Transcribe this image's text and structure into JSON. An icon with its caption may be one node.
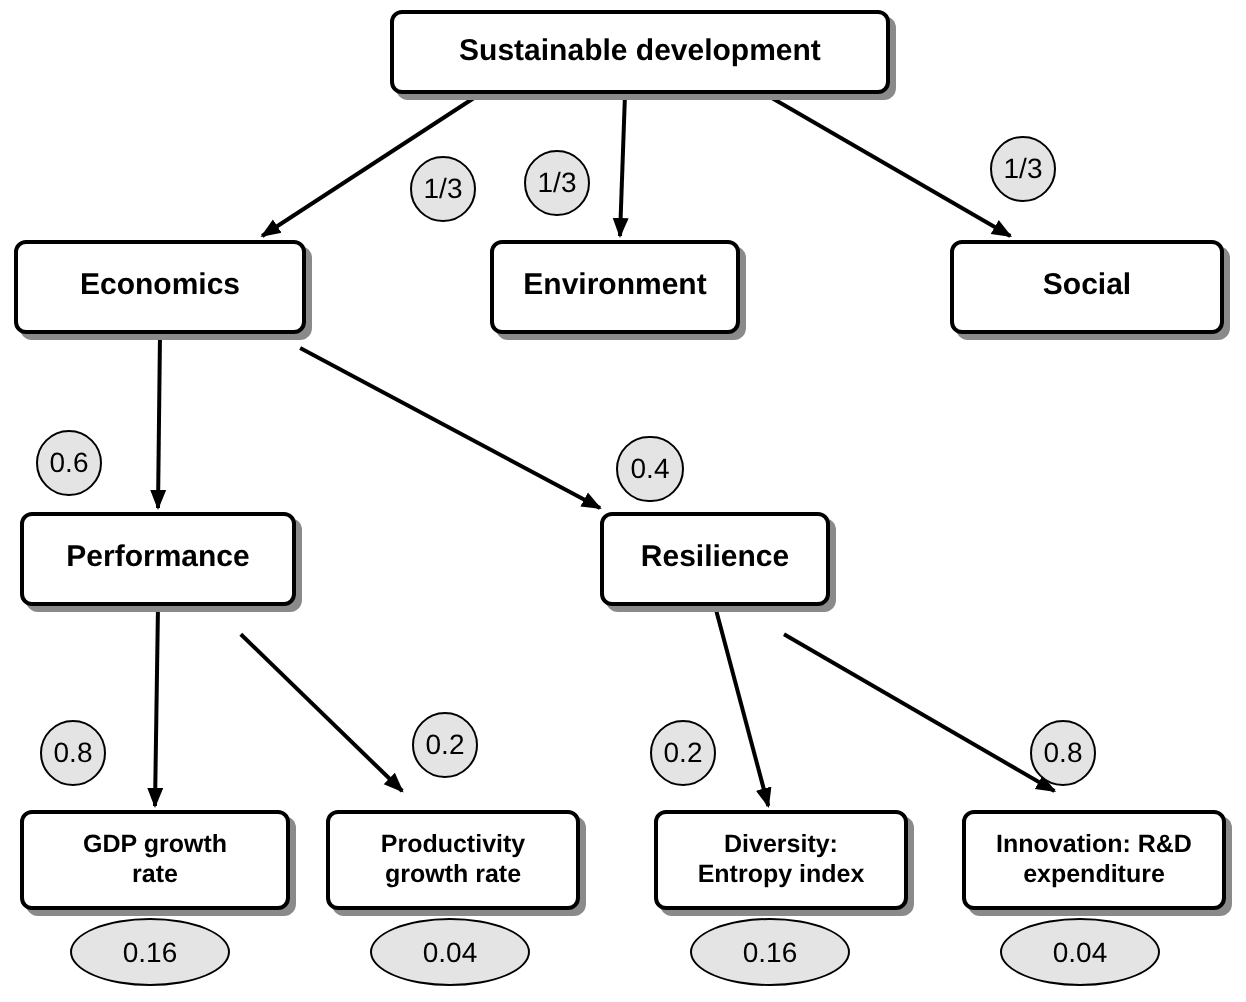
{
  "diagram": {
    "nodes": [
      {
        "text": [
          "Sustainable development"
        ]
      },
      {
        "text": [
          "Economics"
        ]
      },
      {
        "text": [
          "Environment"
        ]
      },
      {
        "text": [
          "Social"
        ]
      },
      {
        "text": [
          "Performance"
        ]
      },
      {
        "text": [
          "Resilience"
        ]
      },
      {
        "text": [
          "GDP growth rate"
        ]
      },
      {
        "text": [
          "Productivity growth rate"
        ]
      },
      {
        "text": [
          "Diversity: Entropy index"
        ]
      },
      {
        "text": [
          "Innovation: R&D expenditure"
        ]
      },
      {
        "text": [
          "1/3"
        ]
      },
      {
        "text": [
          "1/3"
        ]
      },
      {
        "text": [
          "1/3"
        ]
      },
      {
        "text": [
          "0.6"
        ]
      },
      {
        "text": [
          "0.4"
        ]
      },
      {
        "text": [
          "0.8"
        ]
      },
      {
        "text": [
          "0.2"
        ]
      },
      {
        "text": [
          "0.2"
        ]
      },
      {
        "text": [
          "0.8"
        ]
      },
      {
        "text": [
          "0.16"
        ]
      },
      {
        "text": [
          "0.04"
        ]
      },
      {
        "text": [
          "0.16"
        ]
      },
      {
        "text": [
          "0.04"
        ]
      }
    ],
    "edges": [
      {
        "from": 0,
        "to": 1,
        "arrow": "to"
      },
      {
        "from": 0,
        "to": 2,
        "arrow": "to"
      },
      {
        "from": 0,
        "to": 3,
        "arrow": "to"
      },
      {
        "from": 1,
        "to": 4,
        "arrow": "to"
      },
      {
        "from": 1,
        "to": 5,
        "arrow": "to"
      },
      {
        "from": 4,
        "to": 6,
        "arrow": "to"
      },
      {
        "from": 4,
        "to": 7,
        "arrow": "to"
      },
      {
        "from": 5,
        "to": 8,
        "arrow": "to"
      },
      {
        "from": 5,
        "to": 9,
        "arrow": "to"
      }
    ]
  }
}
